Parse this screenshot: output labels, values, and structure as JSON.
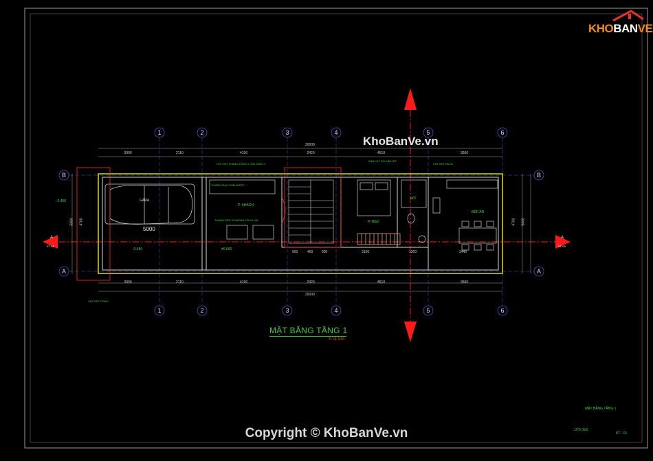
{
  "logo": {
    "part1": "KHO",
    "part2": "BAN",
    "part3": "VE"
  },
  "watermark": "KhoBanVe.vn",
  "copyright": "Copyright © KhoBanVe.vn",
  "drawing": {
    "title": "MẶT BẰNG TẦNG 1",
    "scale": "TỈ LỆ 1/50",
    "axes_top": [
      "1",
      "2",
      "3",
      "4",
      "5",
      "6"
    ],
    "axes_side": [
      "B",
      "A"
    ],
    "section_mark": "A",
    "section_sheet": "KT-05",
    "dims_top_total": "20000",
    "dims_top": [
      "3000",
      "2110",
      "4190",
      "2420",
      "4510",
      "3660"
    ],
    "dims_bottom_total": "20000",
    "dims_bottom": [
      "3000",
      "2110",
      "4190",
      "2420",
      "4510",
      "3660"
    ],
    "dims_side": [
      "5000",
      "4700"
    ],
    "stair_dims": [
      "900",
      "400",
      "900"
    ],
    "room_dims": [
      "3100",
      "1300",
      "3440"
    ],
    "garage_dim": "5000",
    "rooms": {
      "garage": "GARA",
      "living": "P. KHÁCH",
      "bedroom": "P. NGỦ",
      "wc": "WC",
      "kitchen": "BẾP ĂN"
    },
    "levels": [
      "±0.000",
      "-0.450",
      "-0.450"
    ]
  },
  "title_block": {
    "name": "MẶT BẰNG TẦNG 1",
    "scale": "1/75   (A3)",
    "sheet": "KT - 01"
  }
}
